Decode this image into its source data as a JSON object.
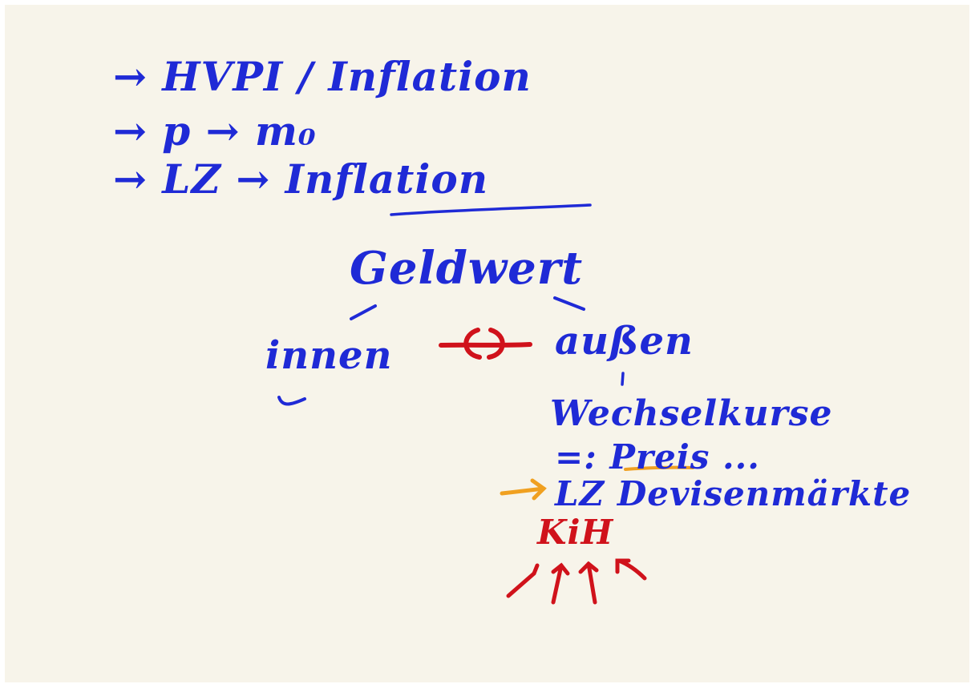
{
  "notes": {
    "line1": "→ HVPI / Inflation",
    "line2": "→ p → m₀",
    "line3": "→ LZ → Inflation",
    "title": "Geldwert",
    "inner_label": "innen",
    "outer_label": "außen",
    "exchange_rates": "Wechselkurse",
    "prices_line": "=: Preis ...",
    "weights_line": "LZ Devisenmärkte",
    "kih_label": "KiH"
  },
  "colors": {
    "paper": "#f7f4ea",
    "blue_ink": "#1f2ad6",
    "red_ink": "#d0121b",
    "orange_ink": "#f0a020"
  },
  "icons": {
    "versus_mark": "crossed-arcs",
    "bullet": "right-arrow",
    "pointer": "orange-arrow",
    "influence": "red-up-arrows"
  }
}
